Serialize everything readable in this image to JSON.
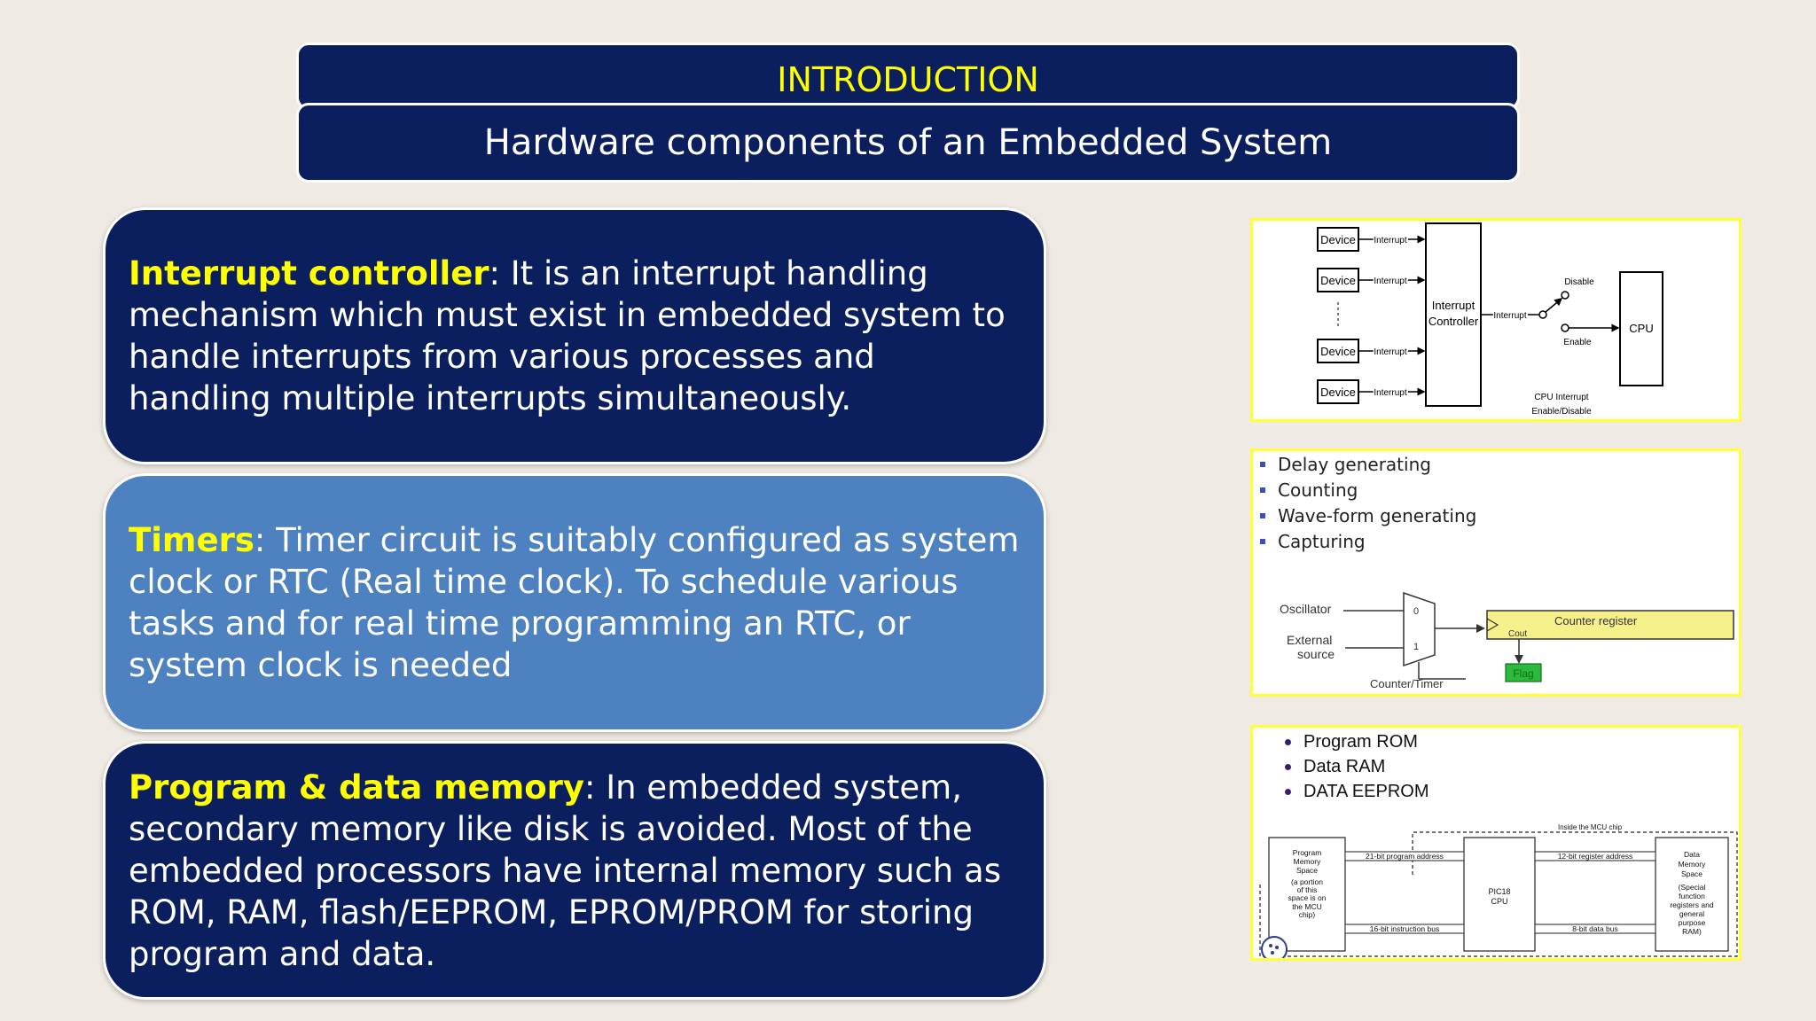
{
  "header": {
    "title": "INTRODUCTION",
    "subtitle": "Hardware components of an Embedded System"
  },
  "cards": [
    {
      "key": "Interrupt controller",
      "text": ": It is an interrupt handling mechanism which must exist in embedded system to handle interrupts from various processes and handling multiple interrupts simultaneously."
    },
    {
      "key": "Timers",
      "text": ": Timer circuit is suitably configured as system clock or RTC (Real time clock). To schedule various tasks and for real time programming an RTC, or system clock is needed"
    },
    {
      "key": "Program & data memory",
      "text": ": In embedded system, secondary memory like disk is avoided. Most of the embedded processors have internal memory such as ROM, RAM, flash/EEPROM, EPROM/PROM for storing program and data."
    }
  ],
  "interrupt_diagram": {
    "device": "Device",
    "interrupt": "Interrupt",
    "controller_line1": "Interrupt",
    "controller_line2": "Controller",
    "disable": "Disable",
    "enable": "Enable",
    "cpu": "CPU",
    "cpu_int_line1": "CPU Interrupt",
    "cpu_int_line2": "Enable/Disable"
  },
  "timer_diagram": {
    "bullets": [
      "Delay generating",
      "Counting",
      "Wave-form generating",
      "Capturing"
    ],
    "oscillator": "Oscillator",
    "external_line1": "External",
    "external_line2": "source",
    "mux0": "0",
    "mux1": "1",
    "counter_timer": "Counter/Timer",
    "counter_register": "Counter register",
    "cout": "Cout",
    "flag": "Flag"
  },
  "memory_diagram": {
    "bullets": [
      "Program ROM",
      "Data RAM",
      "DATA EEPROM"
    ],
    "inside": "Inside the MCU chip",
    "prog_mem": [
      "Program",
      "Memory",
      "Space",
      "(a portion",
      "of this",
      "space is on",
      "the MCU",
      "chip)"
    ],
    "addr21": "21-bit program address",
    "instr16": "16-bit instruction bus",
    "cpu_line1": "PIC18",
    "cpu_line2": "CPU",
    "addr12": "12-bit register address",
    "data8": "8-bit data bus",
    "data_mem": [
      "Data",
      "Memory",
      "Space",
      "(Special",
      "function",
      "registers and",
      "general",
      "purpose",
      "RAM)"
    ]
  }
}
